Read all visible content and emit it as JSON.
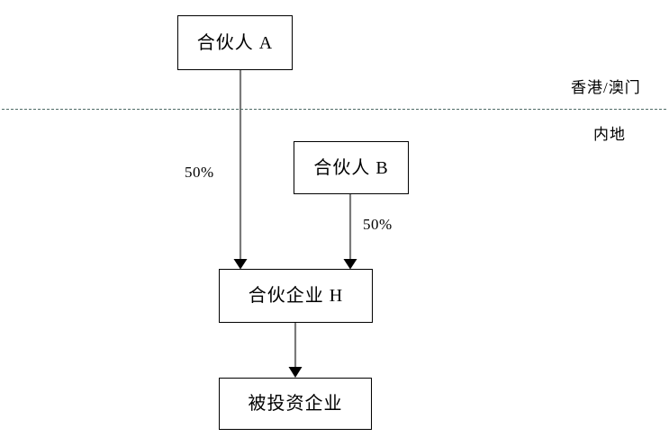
{
  "diagram": {
    "type": "org-structure-flow",
    "nodes": [
      {
        "id": "partner_a",
        "label": "合伙人 A"
      },
      {
        "id": "partner_b",
        "label": "合伙人 B"
      },
      {
        "id": "partnership_h",
        "label": "合伙企业 H"
      },
      {
        "id": "invested_enterprise",
        "label": "被投资企业"
      }
    ],
    "edges": [
      {
        "from": "partner_a",
        "to": "partnership_h",
        "label": "50%"
      },
      {
        "from": "partner_b",
        "to": "partnership_h",
        "label": "50%"
      },
      {
        "from": "partnership_h",
        "to": "invested_enterprise",
        "label": ""
      }
    ],
    "regions": {
      "above_label": "香港/澳门",
      "below_label": "内地"
    },
    "colors": {
      "box_border": "#000000",
      "box_fill": "#ffffff",
      "connector_line": "#7a7a7a",
      "arrow_head": "#000000",
      "divider": "#4f6b66",
      "text": "#000000"
    },
    "icons": {
      "divider": "dashed-boundary-line-icon",
      "arrow": "arrow-down-icon"
    }
  }
}
